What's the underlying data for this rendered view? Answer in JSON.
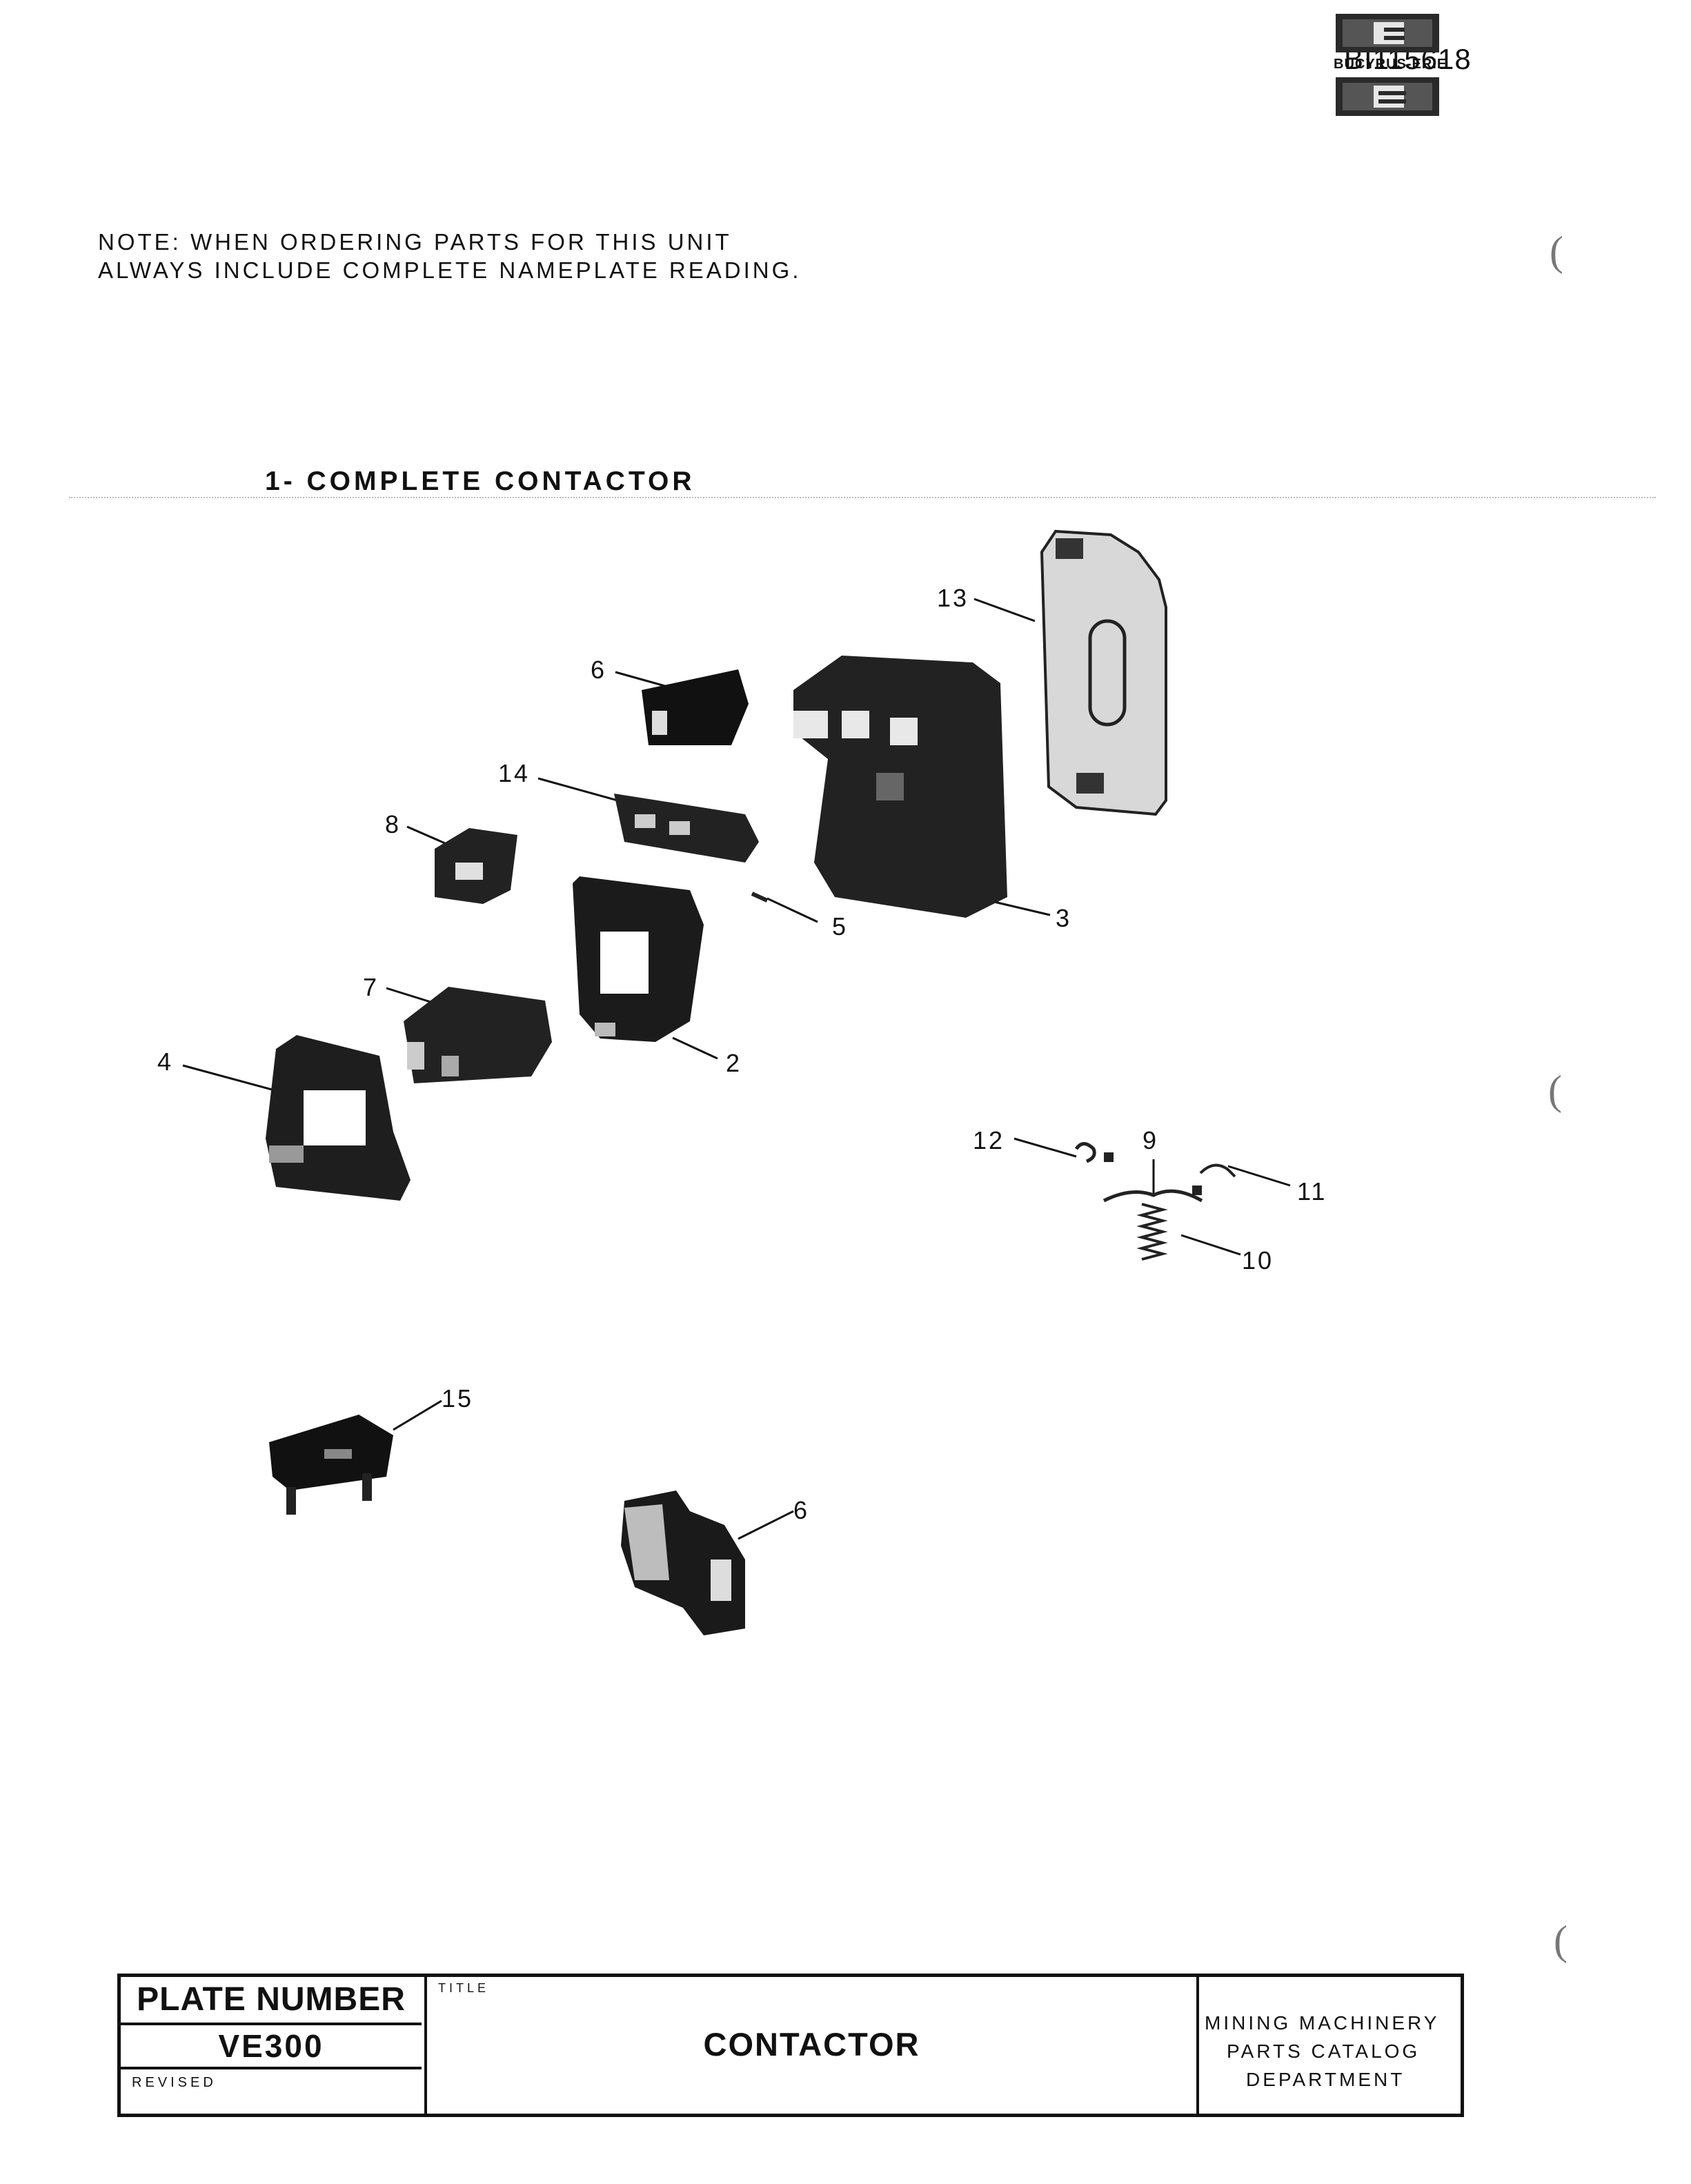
{
  "header": {
    "doc_number": "BI115618"
  },
  "note": {
    "line1": "NOTE:  WHEN ORDERING PARTS FOR THIS UNIT",
    "line2": "ALWAYS INCLUDE COMPLETE NAMEPLATE READING."
  },
  "diagram": {
    "heading": "1- COMPLETE CONTACTOR",
    "callouts": [
      "13",
      "6",
      "14",
      "8",
      "5",
      "3",
      "7",
      "2",
      "4",
      "12",
      "9",
      "11",
      "10",
      "15",
      "6"
    ]
  },
  "title_block": {
    "plate_label": "PLATE NUMBER",
    "plate_value": "VE300",
    "revised_label": "REVISED",
    "title_caption": "TITLE",
    "title": "CONTACTOR",
    "dept_line1": "MINING MACHINERY",
    "dept_line2": "PARTS CATALOG",
    "dept_line3": "DEPARTMENT",
    "brand": "BUCYRUS-ERIE"
  },
  "margin_marks": [
    "(",
    "(",
    "("
  ]
}
